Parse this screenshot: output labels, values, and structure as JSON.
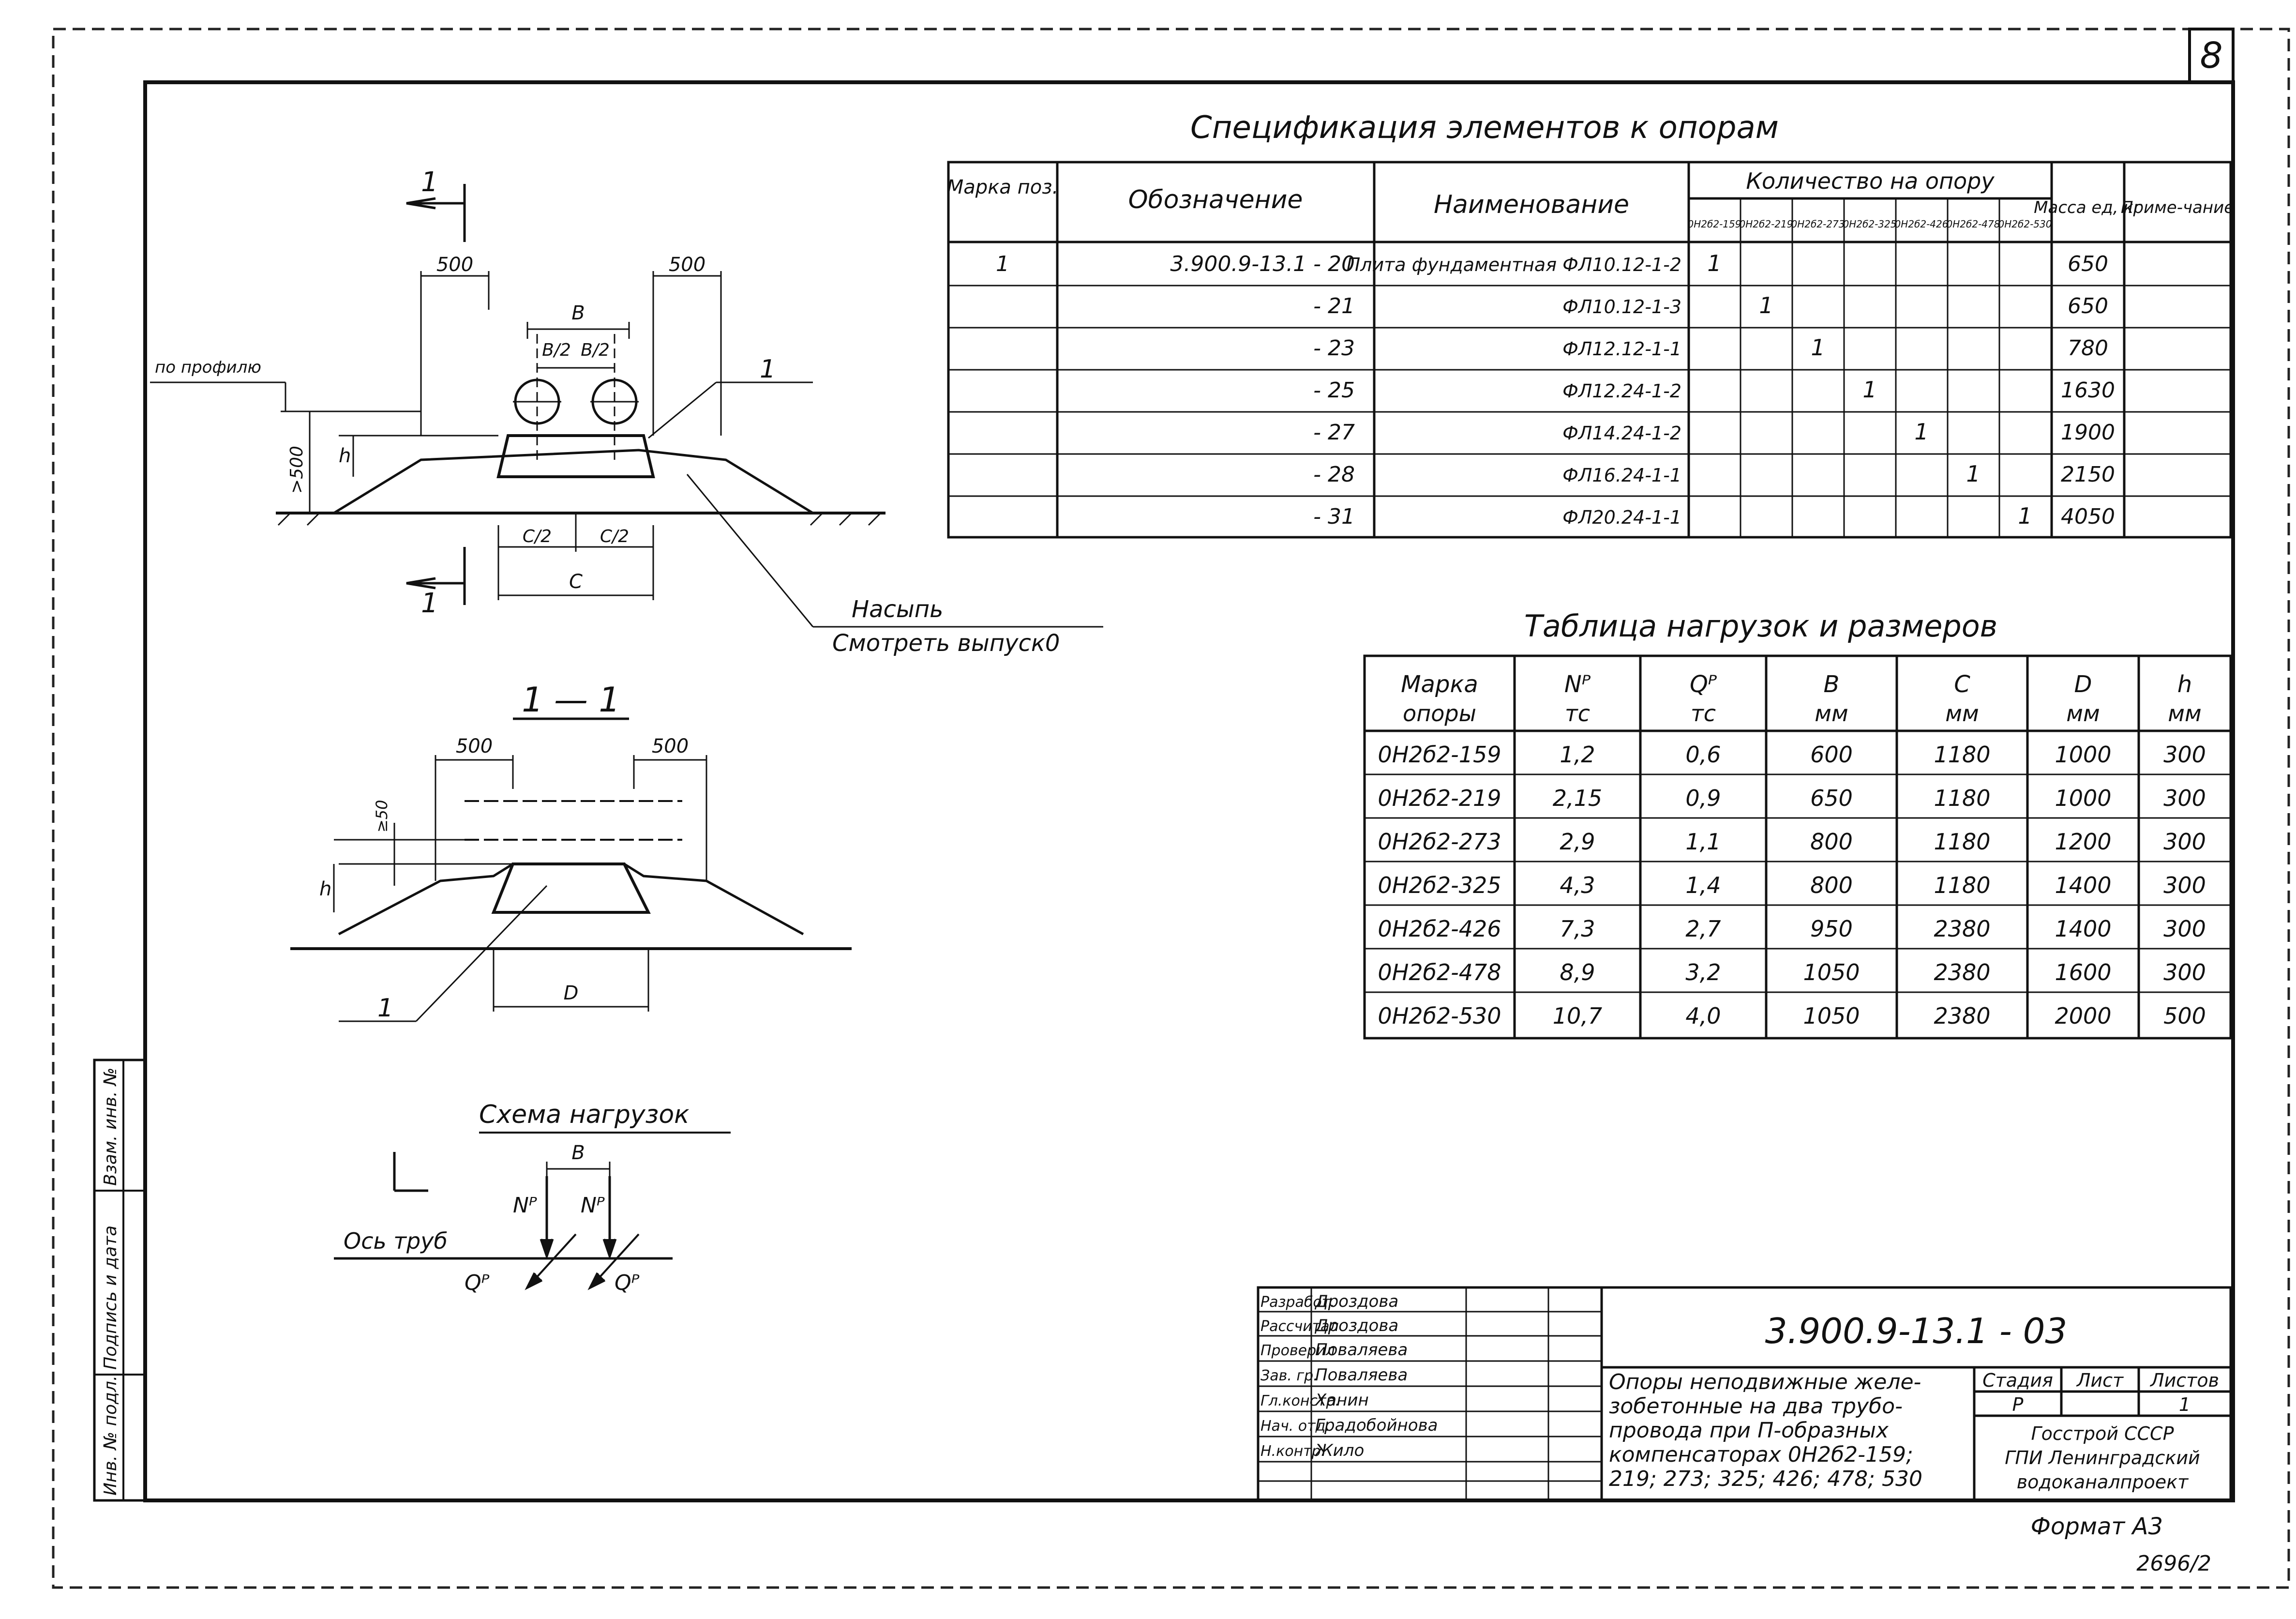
{
  "sheet": {
    "page_number": "8",
    "format": "Формат А3",
    "inventory_code": "2696/2"
  },
  "drawing": {
    "section_mark": "1",
    "section_title": "1 — 1",
    "dim_500": "500",
    "dim_B": "B",
    "dim_B_half": "B/2",
    "dim_C": "C",
    "dim_C_half": "C/2",
    "dim_D": "D",
    "dim_h": "h",
    "dim_gt500": ">500",
    "dim_ge50": "≥50",
    "po_profilyu": "по профилю",
    "pos_1": "1",
    "nasyp": "Насыпь",
    "smotret": "Смотреть выпуск0"
  },
  "load_scheme": {
    "title": "Схема  нагрузок",
    "axis_label": "Ось труб",
    "label_B": "B",
    "label_N": "Nᴾ",
    "label_Q": "Qᴾ"
  },
  "spec_table": {
    "title": "Спецификация    элементов   к  опорам",
    "headers": {
      "mark": "Марка поз.",
      "designation": "Обозначение",
      "name": "Наименование",
      "quantity": "Количество  на  опору",
      "mass": "Масса ед, кг",
      "note": "Приме-чание"
    },
    "support_types": [
      "0Н2б2-159",
      "0Н2б2-219",
      "0Н2б2-273",
      "0Н2б2-325",
      "0Н2б2-426",
      "0Н2б2-478",
      "0Н2б2-530"
    ],
    "rows": [
      {
        "mark": "1",
        "designation": "3.900.9-13.1 - 20",
        "name": "Плита фундаментная ФЛ10.12-1-2",
        "qty_col": 0,
        "qty": "1",
        "mass": "650"
      },
      {
        "mark": "",
        "designation": "- 21",
        "name": "ФЛ10.12-1-3",
        "qty_col": 1,
        "qty": "1",
        "mass": "650"
      },
      {
        "mark": "",
        "designation": "- 23",
        "name": "ФЛ12.12-1-1",
        "qty_col": 2,
        "qty": "1",
        "mass": "780"
      },
      {
        "mark": "",
        "designation": "- 25",
        "name": "ФЛ12.24-1-2",
        "qty_col": 3,
        "qty": "1",
        "mass": "1630"
      },
      {
        "mark": "",
        "designation": "- 27",
        "name": "ФЛ14.24-1-2",
        "qty_col": 4,
        "qty": "1",
        "mass": "1900"
      },
      {
        "mark": "",
        "designation": "- 28",
        "name": "ФЛ16.24-1-1",
        "qty_col": 5,
        "qty": "1",
        "mass": "2150"
      },
      {
        "mark": "",
        "designation": "- 31",
        "name": "ФЛ20.24-1-1",
        "qty_col": 6,
        "qty": "1",
        "mass": "4050"
      }
    ]
  },
  "load_table": {
    "title": "Таблица  нагрузок  и  размеров",
    "headers": [
      "Марка опоры",
      "Nᴾ тс",
      "Qᴾ тс",
      "B мм",
      "C мм",
      "D мм",
      "h мм"
    ],
    "header_top": [
      "Марка",
      "Nᴾ",
      "Qᴾ",
      "B",
      "C",
      "D",
      "h"
    ],
    "header_bottom": [
      "опоры",
      "тс",
      "тс",
      "мм",
      "мм",
      "мм",
      "мм"
    ],
    "rows": [
      [
        "0Н2б2-159",
        "1,2",
        "0,6",
        "600",
        "1180",
        "1000",
        "300"
      ],
      [
        "0Н2б2-219",
        "2,15",
        "0,9",
        "650",
        "1180",
        "1000",
        "300"
      ],
      [
        "0Н2б2-273",
        "2,9",
        "1,1",
        "800",
        "1180",
        "1200",
        "300"
      ],
      [
        "0Н2б2-325",
        "4,3",
        "1,4",
        "800",
        "1180",
        "1400",
        "300"
      ],
      [
        "0Н2б2-426",
        "7,3",
        "2,7",
        "950",
        "2380",
        "1400",
        "300"
      ],
      [
        "0Н2б2-478",
        "8,9",
        "3,2",
        "1050",
        "2380",
        "1600",
        "300"
      ],
      [
        "0Н2б2-530",
        "10,7",
        "4,0",
        "1050",
        "2380",
        "2000",
        "500"
      ]
    ]
  },
  "title_block": {
    "doc_code": "3.900.9-13.1 - 03",
    "roles": [
      "Разработ.",
      "Рассчитал",
      "Проверил",
      "Зав. гр.",
      "Гл.констр.",
      "Нач. отд.",
      "Н.контр."
    ],
    "names": [
      "Дроздова",
      "Дроздова",
      "Поваляева",
      "Поваляева",
      "Ханин",
      "Градобойнова",
      "Жило"
    ],
    "description": [
      "Опоры неподвижные желе-",
      "зобетонные на два трубо-",
      "провода при П-образных",
      "компенсаторах 0Н2б2-159;",
      "219; 273; 325; 426; 478; 530"
    ],
    "stage_label": "Стадия",
    "sheet_label": "Лист",
    "sheets_label": "Листов",
    "stage_value": "Р",
    "sheets_value": "1",
    "org": [
      "Госстрой СССР",
      "ГПИ Ленинградский",
      "водоканалпроект"
    ]
  },
  "side_stamp": [
    "Инв. № подл.",
    "Подпись и дата",
    "Взам. инв. №"
  ]
}
